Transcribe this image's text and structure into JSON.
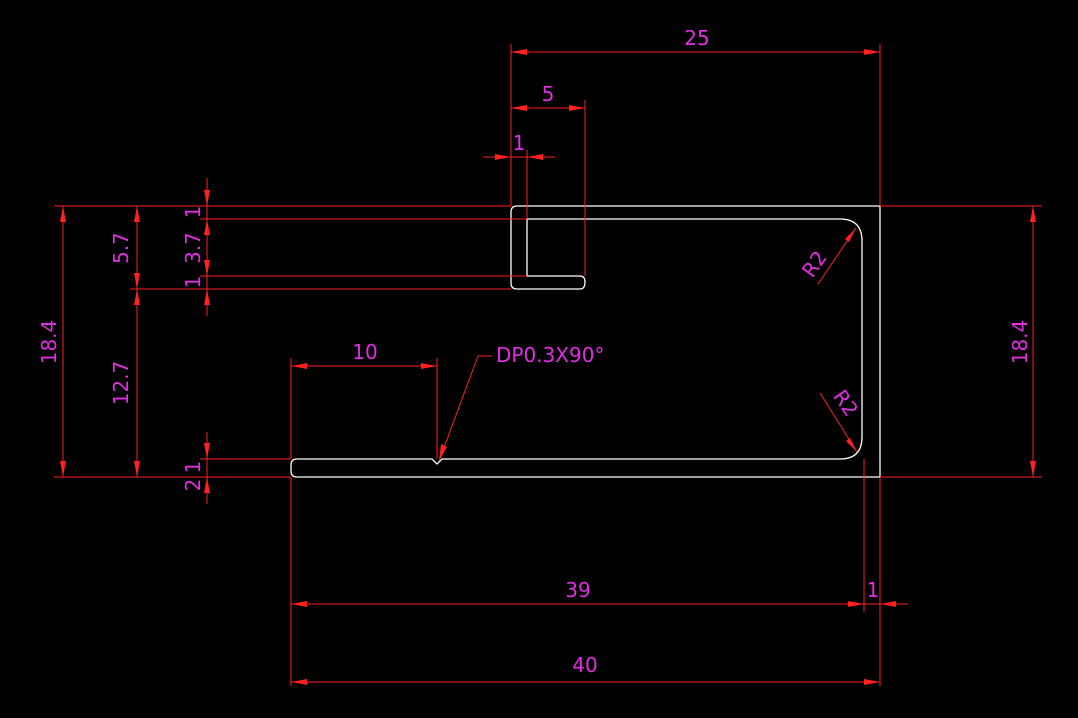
{
  "drawing": {
    "dims": {
      "top_25": "25",
      "top_5": "5",
      "top_1": "1",
      "left_18_4": "18.4",
      "left_5_7": "5.7",
      "left_12_7": "12.7",
      "left_1_top": "1",
      "left_3_7": "3.7",
      "left_1_3": "1",
      "left_1_bottom": "1",
      "left_2": "2",
      "mid_10": "10",
      "right_18_4": "18.4",
      "bottom_39": "39",
      "bottom_1": "1",
      "bottom_40": "40",
      "radius_top": "R2",
      "radius_bottom": "R2",
      "note": "DP0.3X90°"
    },
    "colors": {
      "background": "#000000",
      "dimension": "#ff2020",
      "text": "#e02ee0",
      "profile": "#ffffff"
    }
  }
}
